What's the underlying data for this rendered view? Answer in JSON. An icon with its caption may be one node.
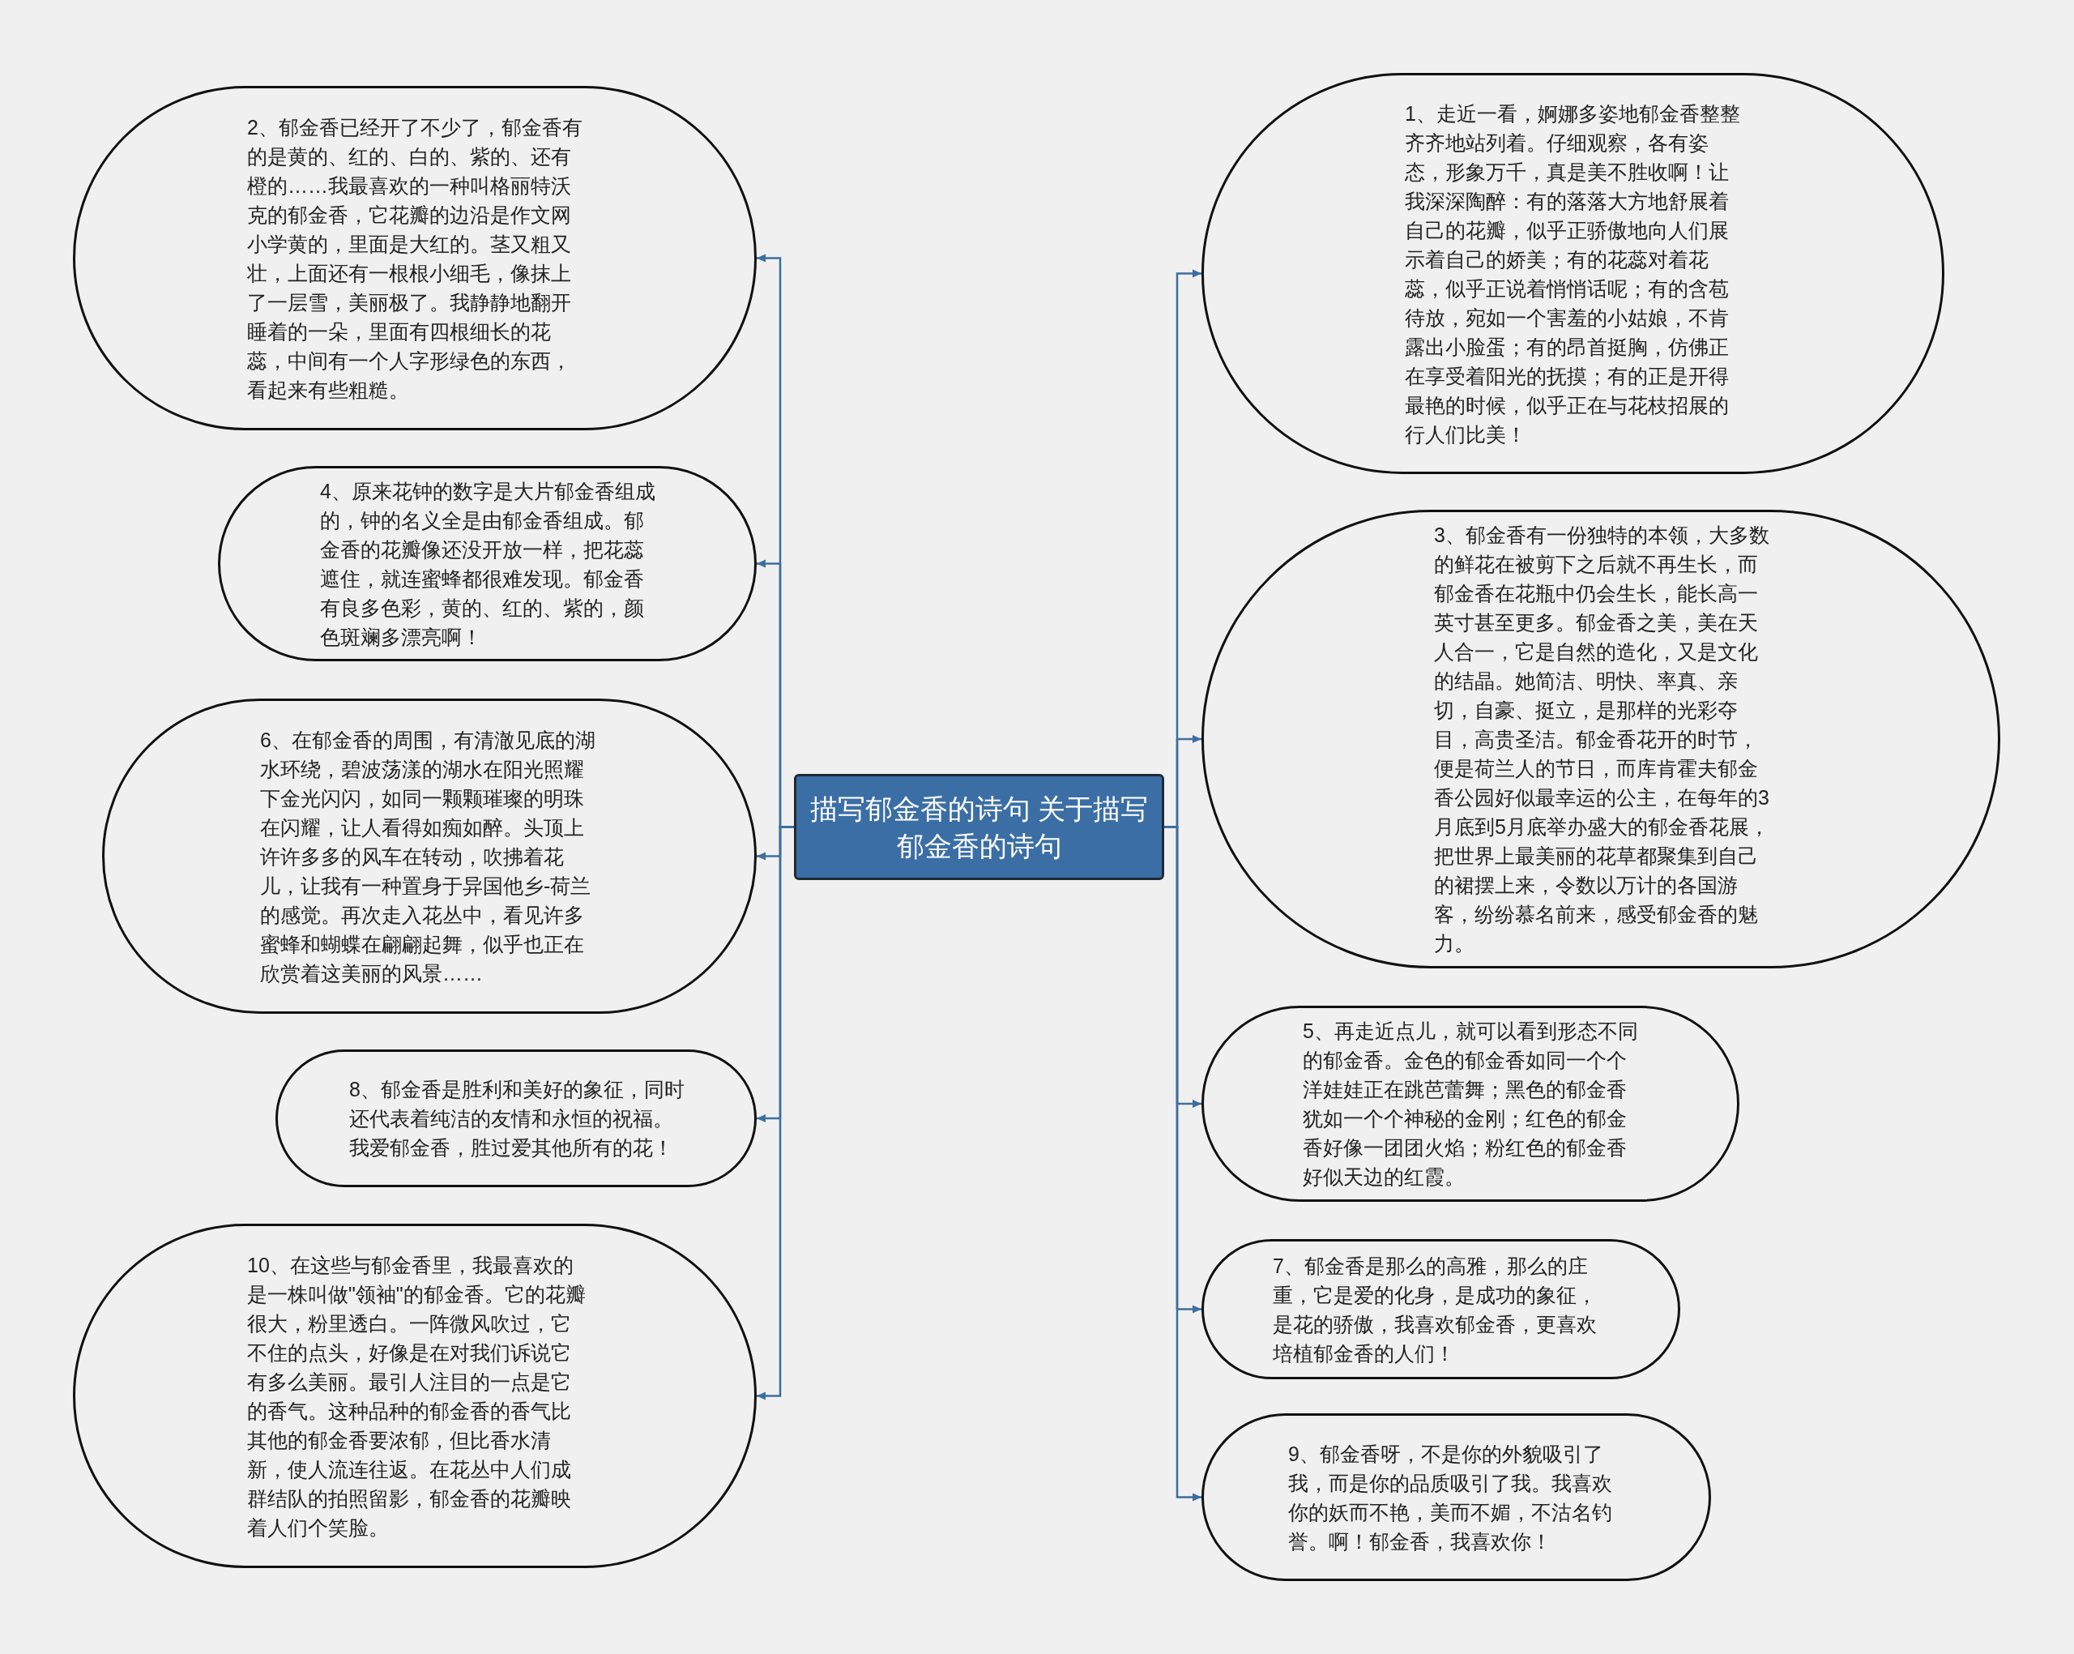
{
  "diagram": {
    "nodes": [
      {
        "text": [
          "描写郁金香的诗句 关于描写郁金香的诗句"
        ]
      },
      {
        "text": [
          "1、走近一看，婀娜多姿地郁金香整整齐齐地站列着。仔细观察，各有姿态，形象万千，真是美不胜收啊！让我深深陶醉：有的落落大方地舒展着自己的花瓣，似乎正骄傲地向人们展示着自己的娇美；有的花蕊对着花蕊，似乎正说着悄悄话呢；有的含苞待放，宛如一个害羞的小姑娘，不肯露出小脸蛋；有的昂首挺胸，仿佛正在享受着阳光的抚摸；有的正是开得最艳的时候，似乎正在与花枝招展的行人们比美！"
        ]
      },
      {
        "text": [
          "2、郁金香已经开了不少了，郁金香有的是黄的、红的、白的、紫的、还有橙的……我最喜欢的一种叫格丽特沃克的郁金香，它花瓣的边沿是作文网小学黄的，里面是大红的。茎又粗又壮，上面还有一根根小细毛，像抹上了一层雪，美丽极了。我静静地翻开睡着的一朵，里面有四根细长的花蕊，中间有一个人字形绿色的东西，看起来有些粗糙。"
        ]
      },
      {
        "text": [
          "3、郁金香有一份独特的本领，大多数的鲜花在被剪下之后就不再生长，而郁金香在花瓶中仍会生长，能长高一英寸甚至更多。郁金香之美，美在天人合一，它是自然的造化，又是文化的结晶。她简洁、明快、率真、亲切，自豪、挺立，是那样的光彩夺目，高贵圣洁。郁金香花开的时节，便是荷兰人的节日，而库肯霍夫郁金香公园好似最幸运的公主，在每年的3月底到5月底举办盛大的郁金香花展，把世界上最美丽的花草都聚集到自己的裙摆上来，令数以万计的各国游客，纷纷慕名前来，感受郁金香的魅力。"
        ]
      },
      {
        "text": [
          "4、原来花钟的数字是大片郁金香组成的，钟的名义全是由郁金香组成。郁金香的花瓣像还没开放一样，把花蕊遮住，就连蜜蜂都很难发现。郁金香有良多色彩，黄的、红的、紫的，颜色斑斓多漂亮啊！"
        ]
      },
      {
        "text": [
          "5、再走近点儿，就可以看到形态不同的郁金香。金色的郁金香如同一个个洋娃娃正在跳芭蕾舞；黑色的郁金香犹如一个个神秘的金刚；红色的郁金香好像一团团火焰；粉红色的郁金香好似天边的红霞。"
        ]
      },
      {
        "text": [
          "6、在郁金香的周围，有清澈见底的湖水环绕，碧波荡漾的湖水在阳光照耀下金光闪闪，如同一颗颗璀璨的明珠在闪耀，让人看得如痴如醉。头顶上许许多多的风车在转动，吹拂着花儿，让我有一种置身于异国他乡-荷兰的感觉。再次走入花丛中，看见许多蜜蜂和蝴蝶在翩翩起舞，似乎也正在欣赏着这美丽的风景……"
        ]
      },
      {
        "text": [
          "7、郁金香是那么的高雅，那么的庄重，它是爱的化身，是成功的象征，是花的骄傲，我喜欢郁金香，更喜欢培植郁金香的人们！"
        ]
      },
      {
        "text": [
          "8、郁金香是胜利和美好的象征，同时还代表着纯洁的友情和永恒的祝福。我爱郁金香，胜过爱其他所有的花！"
        ]
      },
      {
        "text": [
          "9、郁金香呀，不是你的外貌吸引了我，而是你的品质吸引了我。我喜欢你的妖而不艳，美而不媚，不沽名钓誉。啊！郁金香，我喜欢你！"
        ]
      },
      {
        "text": [
          "10、在这些与郁金香里，我最喜欢的是一株叫做\"领袖\"的郁金香。它的花瓣很大，粉里透白。一阵微风吹过，它不住的点头，好像是在对我们诉说它有多么美丽。最引人注目的一点是它的香气。这种品种的郁金香的香气比其他的郁金香要浓郁，但比香水清新，使人流连往返。在花丛中人们成群结队的拍照留影，郁金香的花瓣映着人们个笑脸。"
        ]
      }
    ],
    "edges": [
      {
        "from": 0,
        "to": 1,
        "arrow": "to"
      },
      {
        "from": 0,
        "to": 2,
        "arrow": "to"
      },
      {
        "from": 0,
        "to": 3,
        "arrow": "to"
      },
      {
        "from": 0,
        "to": 4,
        "arrow": "to"
      },
      {
        "from": 0,
        "to": 5,
        "arrow": "to"
      },
      {
        "from": 0,
        "to": 6,
        "arrow": "to"
      },
      {
        "from": 0,
        "to": 7,
        "arrow": "to"
      },
      {
        "from": 0,
        "to": 8,
        "arrow": "to"
      },
      {
        "from": 0,
        "to": 9,
        "arrow": "to"
      },
      {
        "from": 0,
        "to": 10,
        "arrow": "to"
      }
    ]
  }
}
